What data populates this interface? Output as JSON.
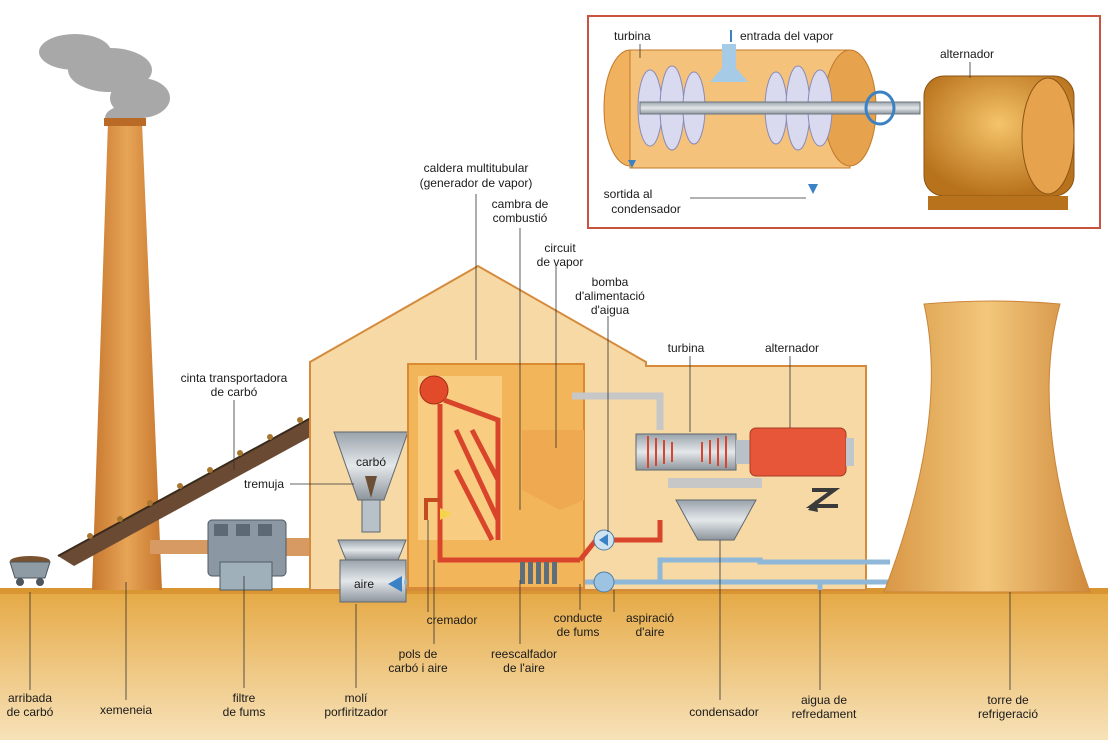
{
  "labels": {
    "inset_turbina": "turbina",
    "inset_entrada_vapor": "entrada del vapor",
    "inset_alternador": "alternador",
    "inset_sortida_1": "sortida al",
    "inset_sortida_2": "condensador",
    "caldera_1": "caldera multitubular",
    "caldera_2": "(generador de vapor)",
    "cambra_1": "cambra de",
    "cambra_2": "combustió",
    "circuit_1": "circuit",
    "circuit_2": "de vapor",
    "bomba_1": "bomba",
    "bomba_2": "d'alimentació",
    "bomba_3": "d'aigua",
    "turbina": "turbina",
    "alternador": "alternador",
    "cinta_1": "cinta transportadora",
    "cinta_2": "de carbó",
    "tremuja": "tremuja",
    "carbo": "carbó",
    "aire": "aire",
    "cremador": "cremador",
    "conducte_1": "conducte",
    "conducte_2": "de fums",
    "aspiracio_1": "aspiració",
    "aspiracio_2": "d'aire",
    "pols_1": "pols de",
    "pols_2": "carbó i aire",
    "reescalfador_1": "reescalfador",
    "reescalfador_2": "de l'aire",
    "arribada_1": "arribada",
    "arribada_2": "de carbó",
    "xemeneia": "xemeneia",
    "filtre_1": "filtre",
    "filtre_2": "de fums",
    "moli_1": "molí",
    "moli_2": "porfiritzador",
    "condensador": "condensador",
    "aigua_1": "aigua de",
    "aigua_2": "refredament",
    "torre_1": "torre de",
    "torre_2": "refrigeració"
  },
  "colors": {
    "ground": "#e8b04a",
    "building": "#f6d9a4",
    "building_outline": "#d58a3c",
    "chimney": "#d48a3e",
    "boiler_red": "#d9452a",
    "water_blue": "#8fb8d8",
    "steam_gray": "#c7c7c7",
    "inset_border": "#c9543e"
  }
}
